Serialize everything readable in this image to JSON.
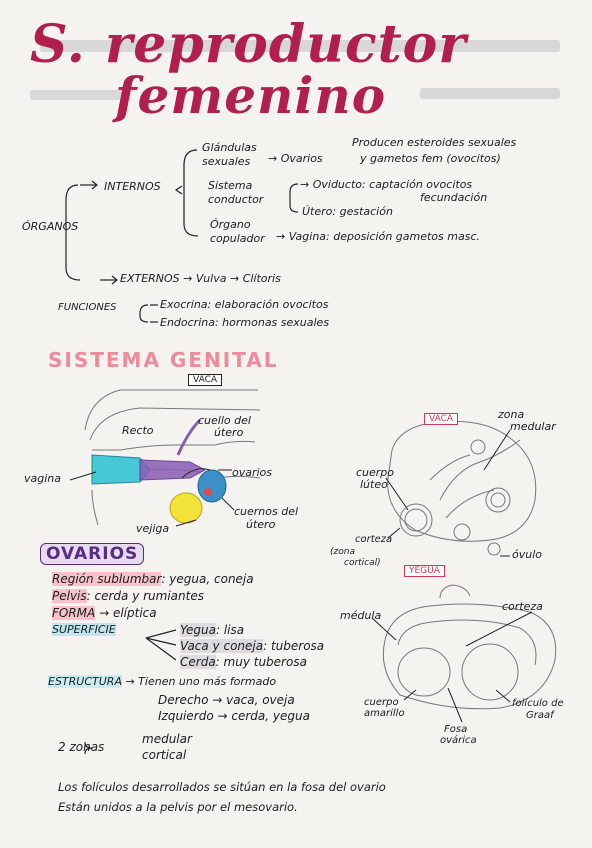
{
  "title": {
    "line1": "S. reproductor",
    "line2": "femenino"
  },
  "organos": {
    "root": "ÓRGANOS",
    "internos": "INTERNOS",
    "externos": "EXTERNOS → Vulva → Clítoris",
    "glandulas": "Glándulas",
    "glandulas_2": "sexuales",
    "glandulas_arrow": "→ Ovarios",
    "glandulas_desc_1": "Producen esteroides sexuales",
    "glandulas_desc_2": "y gametos fem (ovocitos)",
    "sistema": "Sistema",
    "sistema_2": "conductor",
    "oviducto": "→ Oviducto: captación ovocitos",
    "fecundacion": "fecundación",
    "utero": "Útero: gestación",
    "organo": "Órgano",
    "organo_2": "copulador",
    "vagina": "→ Vagina: deposición gametos masc."
  },
  "funciones": {
    "label": "FUNCIONES",
    "exocrina": "Exocrina: elaboración ovocitos",
    "endocrina": "Endocrina: hormonas sexuales"
  },
  "sistema_genital": {
    "heading": "SISTEMA GENITAL",
    "tag": "VACA",
    "recto": "Recto",
    "cuello_1": "cuello del",
    "cuello_2": "útero",
    "ovarios": "ovarios",
    "vagina": "vagina",
    "cuernos_1": "cuernos del",
    "cuernos_2": "útero",
    "vejiga": "vejiga"
  },
  "ovarios": {
    "heading": "OVARIOS",
    "region_label": "Región sublumbar",
    "region_value": ": yegua, coneja",
    "pelvis_label": "Pelvis",
    "pelvis_value": ": cerda y rumiantes",
    "forma_label": "FORMA",
    "forma_value": "→ elíptica",
    "superficie_label": "SUPERFICIE",
    "sup_yegua": "Yegua",
    "sup_yegua_value": ": lisa",
    "sup_vaca": "Vaca y coneja",
    "sup_vaca_value": ": tuberosa",
    "sup_cerda": "Cerda",
    "sup_cerda_value": ": muy tuberosa",
    "estructura_label": "ESTRUCTURA",
    "estructura_value": "→ Tienen uno más formado",
    "derecho": "Derecho → vaca, oveja",
    "izquierdo": "Izquierdo → cerda, yegua",
    "zonas": "2 zonas",
    "medular": "medular",
    "cortical": "cortical",
    "foot_1": "Los folículos desarrollados se sitúan en la fosa del ovario",
    "foot_2": "Están unidos a la pelvis por el mesovario."
  },
  "diagram_vaca": {
    "tag": "VACA",
    "zona_1": "zona",
    "zona_2": "medular",
    "cuerpo_1": "cuerpo",
    "cuerpo_2": "lúteo",
    "corteza": "corteza",
    "zona_cortical_1": "(zona",
    "zona_cortical_2": "cortical)",
    "ovulo": "óvulo"
  },
  "diagram_yegua": {
    "tag": "YEGUA",
    "medula": "médula",
    "corteza": "corteza",
    "cuerpo_1": "cuerpo",
    "cuerpo_2": "amarillo",
    "fosa_1": "Fosa",
    "fosa_2": "ovárica",
    "foliculo_1": "folículo de",
    "foliculo_2": "Graaf"
  },
  "colors": {
    "title": "#b01f4d",
    "pink_heading": "#ef8a9a",
    "ovarios_heading": "#5a2b84",
    "vagina_teal": "#46c8d6",
    "vejiga_yellow": "#f2e23a",
    "ovary_blue": "#3d8fc8",
    "purple_uterus": "#8a5bb4"
  }
}
